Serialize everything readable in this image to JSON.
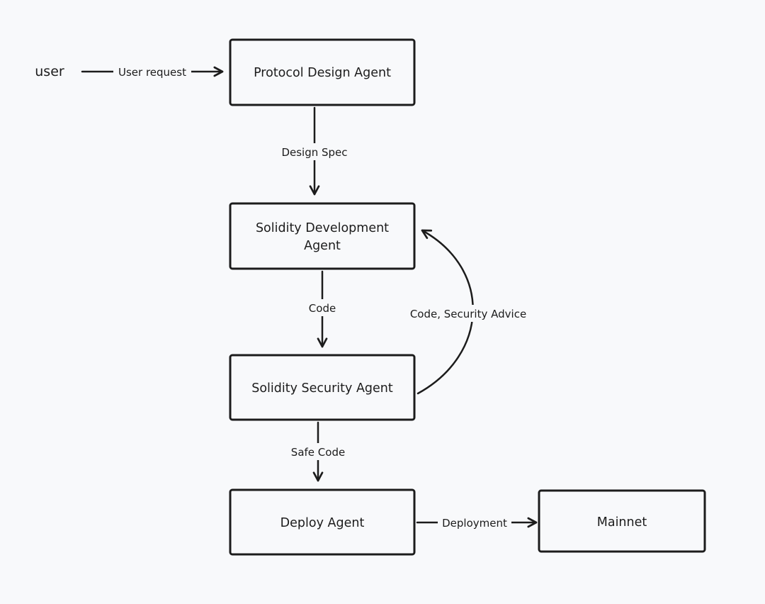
{
  "actor": {
    "label": "user"
  },
  "nodes": {
    "protocol_design": {
      "line1": "Protocol Design Agent"
    },
    "solidity_development": {
      "line1": "Solidity Development",
      "line2": "Agent"
    },
    "solidity_security": {
      "line1": "Solidity Security Agent"
    },
    "deploy": {
      "line1": "Deploy Agent"
    },
    "mainnet": {
      "line1": "Mainnet"
    }
  },
  "edges": {
    "user_request": "User request",
    "design_spec": "Design Spec",
    "code": "Code",
    "security_feedback": "Code, Security Advice",
    "safe_code": "Safe Code",
    "deployment": "Deployment"
  },
  "colors": {
    "background": "#f8f9fb",
    "stroke": "#1c1c1c",
    "text": "#1c1c1c"
  }
}
